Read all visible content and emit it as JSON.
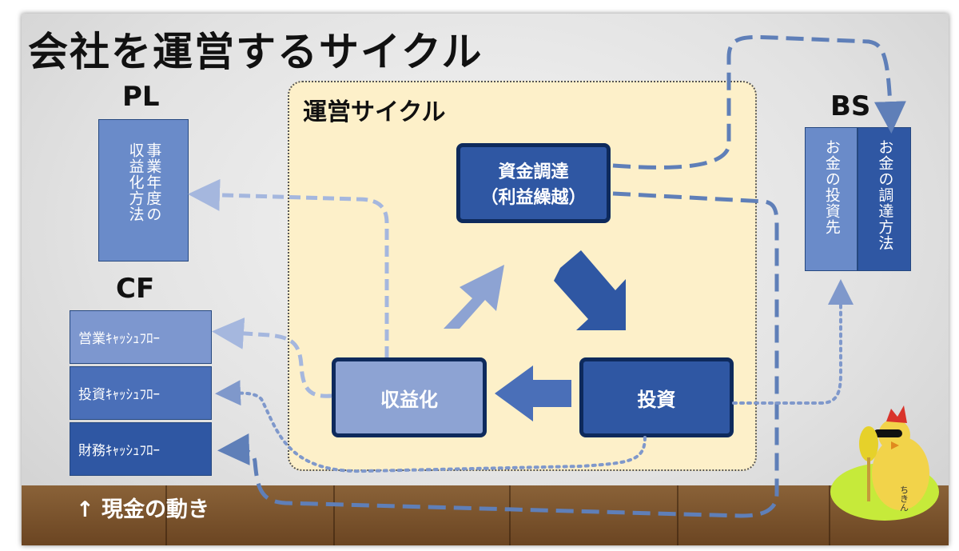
{
  "title": "会社を運営するサイクル",
  "pl": {
    "label": "PL",
    "box_text": "事業年度の収益化方法"
  },
  "cf": {
    "label": "CF",
    "items": [
      "営業ｷｬｯｼｭﾌﾛｰ",
      "投資ｷｬｯｼｭﾌﾛｰ",
      "財務ｷｬｯｼｭﾌﾛｰ"
    ]
  },
  "bs": {
    "label": "BS",
    "right_col": "お金の調達方法",
    "left_col": "お金の投資先"
  },
  "cycle": {
    "title": "運営サイクル",
    "funding_line1": "資金調達",
    "funding_line2": "（利益繰越）",
    "investment": "投資",
    "monetization": "収益化"
  },
  "legend": "↑ 現金の動き",
  "mascot": {
    "label": "ちきん"
  },
  "colors": {
    "dark_blue": "#2f57a3",
    "mid_blue": "#4a6fb8",
    "light_blue": "#8da3d3",
    "navy": "#0e2a5c",
    "panel": "#fdf0c9"
  }
}
